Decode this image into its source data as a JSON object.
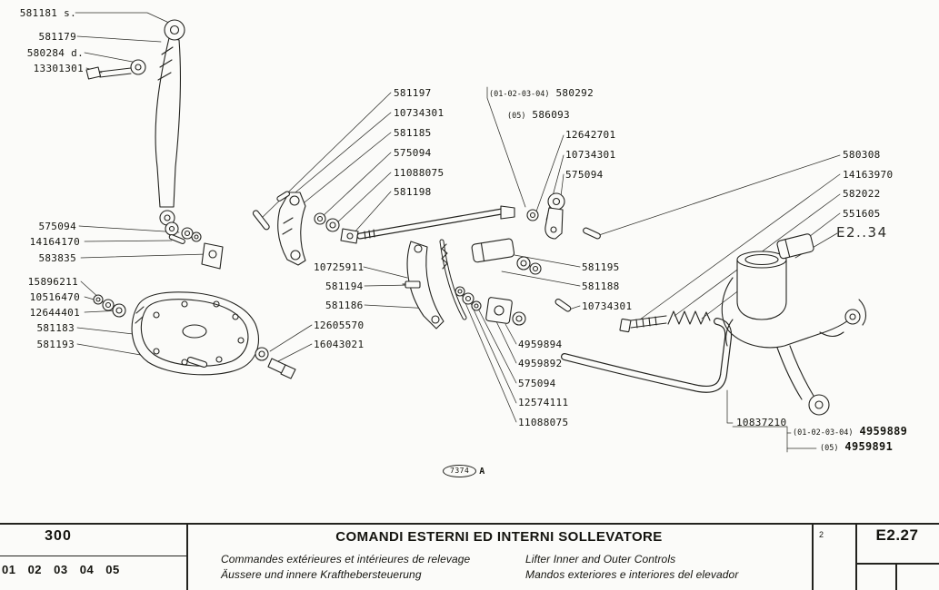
{
  "callouts": [
    "581181 s.",
    "581179",
    "580284 d.",
    "13301301",
    "575094",
    "14164170",
    "583835",
    "15896211",
    "10516470",
    "12644401",
    "581183",
    "581193",
    "581197",
    "10734301",
    "581185",
    "575094",
    "11088075",
    "581198",
    "10725911",
    "581194",
    "581186",
    "12605570",
    "16043021",
    {
      "p": "(01-02-03-04)",
      "n": "580292"
    },
    {
      "p": "(05)",
      "n": "586093"
    },
    "12642701",
    "10734301",
    "575094",
    "581195",
    "581188",
    "10734301",
    "4959894",
    "4959892",
    "575094",
    "12574111",
    "11088075",
    "580308",
    "14163970",
    "582022",
    "551605",
    "E2..34",
    "10837210",
    {
      "p": "(01-02-03-04)",
      "n": "4959889"
    },
    {
      "p": "(05)",
      "n": "4959891"
    }
  ],
  "stamp": {
    "number": "7374",
    "letter": "A"
  },
  "titleblock": {
    "model": "300",
    "codes": "01 02 03 04 05",
    "title": "COMANDI ESTERNI ED INTERNI SOLLEVATORE",
    "subtitle_fr": "Commandes extérieures et intérieures de relevage",
    "subtitle_de": "Äussere und innere Krafthebersteuerung",
    "subtitle_en": "Lifter Inner and Outer Controls",
    "subtitle_es": "Mandos exteriores e interiores del elevador",
    "sheet_note": "2",
    "page_ref": "E2.27"
  }
}
